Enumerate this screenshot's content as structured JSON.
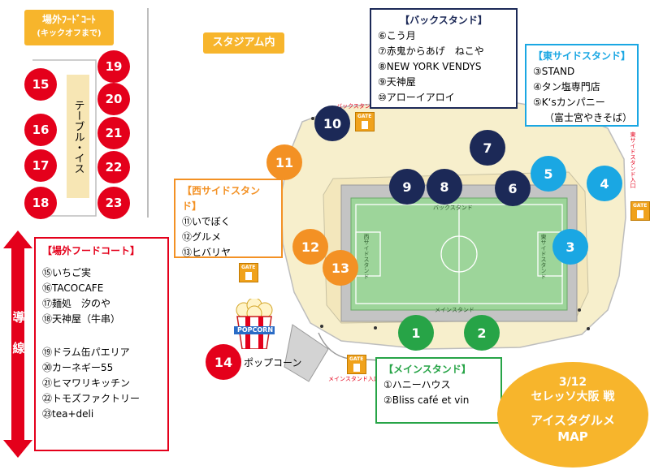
{
  "colors": {
    "red": "#e4001b",
    "navy": "#1c2957",
    "orange": "#f39124",
    "cyan": "#1aa7e3",
    "green": "#27a447",
    "yellow": "#f7b52c",
    "cream": "#f7efcc"
  },
  "outside_food_court_tag": {
    "line1": "場外ﾌｰﾄﾞｺｰﾄ",
    "line2": "(キックオフまで)"
  },
  "stadium_inside_tag": "スタジアム内",
  "table_chair_label": "テーブル・イス",
  "court_booths": {
    "left": [
      "15",
      "16",
      "17",
      "18"
    ],
    "right": [
      "19",
      "20",
      "21",
      "22",
      "23"
    ]
  },
  "flow_label": [
    "導",
    "線"
  ],
  "outside_list": {
    "title": "【場外フードコート】",
    "items_a": [
      "⑮いちご実",
      "⑯TACOCAFE",
      "⑰麺処　汐のや",
      "⑱天神屋（牛串）"
    ],
    "items_b": [
      "⑲ドラム缶パエリア",
      "⑳カーネギー55",
      "㉑ヒマワリキッチン",
      "㉒トモズファクトリー",
      "㉓tea+deli"
    ]
  },
  "back_stand": {
    "title": "【バックスタンド】",
    "items": [
      "⑥こう月",
      "⑦赤鬼からあげ　ねこや",
      "⑧NEW YORK VENDYS",
      "⑨天神屋",
      "⑩アローイアロイ"
    ]
  },
  "east_side": {
    "title": "【東サイドスタンド】",
    "items": [
      "③STAND",
      "④タン塩専門店",
      "⑤K‘sカンパニー",
      "（富士宮やきそば）"
    ]
  },
  "west_side": {
    "title": "【西サイドスタンド】",
    "items": [
      "⑪いでぼく",
      "⑫グルメ",
      "⑬ヒバリヤ"
    ]
  },
  "main_stand": {
    "title": "【メインスタンド】",
    "items": [
      "①ハニーハウス",
      "②Bliss café et vin"
    ]
  },
  "popcorn": {
    "number": "14",
    "label": "ポップコーン",
    "box_text": "POPCORN"
  },
  "event": {
    "date": "3/12",
    "match": "セレッソ大阪 戦",
    "title1": "アイスタグルメ",
    "title2": "MAP"
  },
  "stadium": {
    "back_stand_label": "バックスタンド",
    "main_stand_label": "メインスタンド",
    "west_label": "西サイドスタンド",
    "east_label": "東サイドスタンド",
    "back_entrance": "バックスタンド入口",
    "east_entrance": "東サイドスタンド入口",
    "main_entrance": "メインスタンド入口",
    "gate_text": "GATE"
  },
  "stadium_markers": {
    "navy": [
      "10",
      "7",
      "9",
      "8",
      "6"
    ],
    "orange": [
      "11",
      "12",
      "13"
    ],
    "cyan": [
      "5",
      "4",
      "3"
    ],
    "green": [
      "1",
      "2"
    ]
  }
}
